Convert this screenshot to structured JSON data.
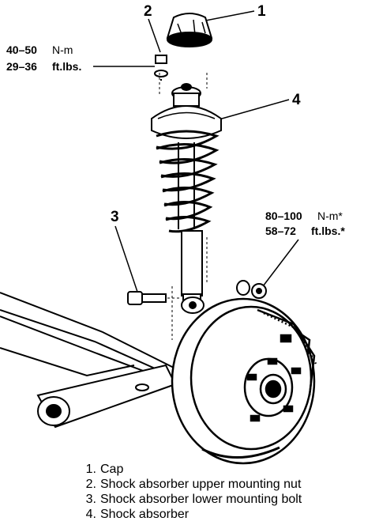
{
  "callouts": {
    "c1": "1",
    "c2": "2",
    "c3": "3",
    "c4": "4"
  },
  "torque_upper": {
    "value": "40–50",
    "unit_nm": "N-m",
    "value_ft": "29–36",
    "unit_ft": "ft.lbs."
  },
  "torque_lower": {
    "value": "80–100",
    "unit_nm": "N-m*",
    "value_ft": "58–72",
    "unit_ft": "ft.lbs.*"
  },
  "legend": [
    {
      "num": "1.",
      "text": "Cap"
    },
    {
      "num": "2.",
      "text": "Shock absorber upper mounting nut"
    },
    {
      "num": "3.",
      "text": "Shock absorber lower mounting bolt"
    },
    {
      "num": "4.",
      "text": "Shock absorber"
    }
  ]
}
